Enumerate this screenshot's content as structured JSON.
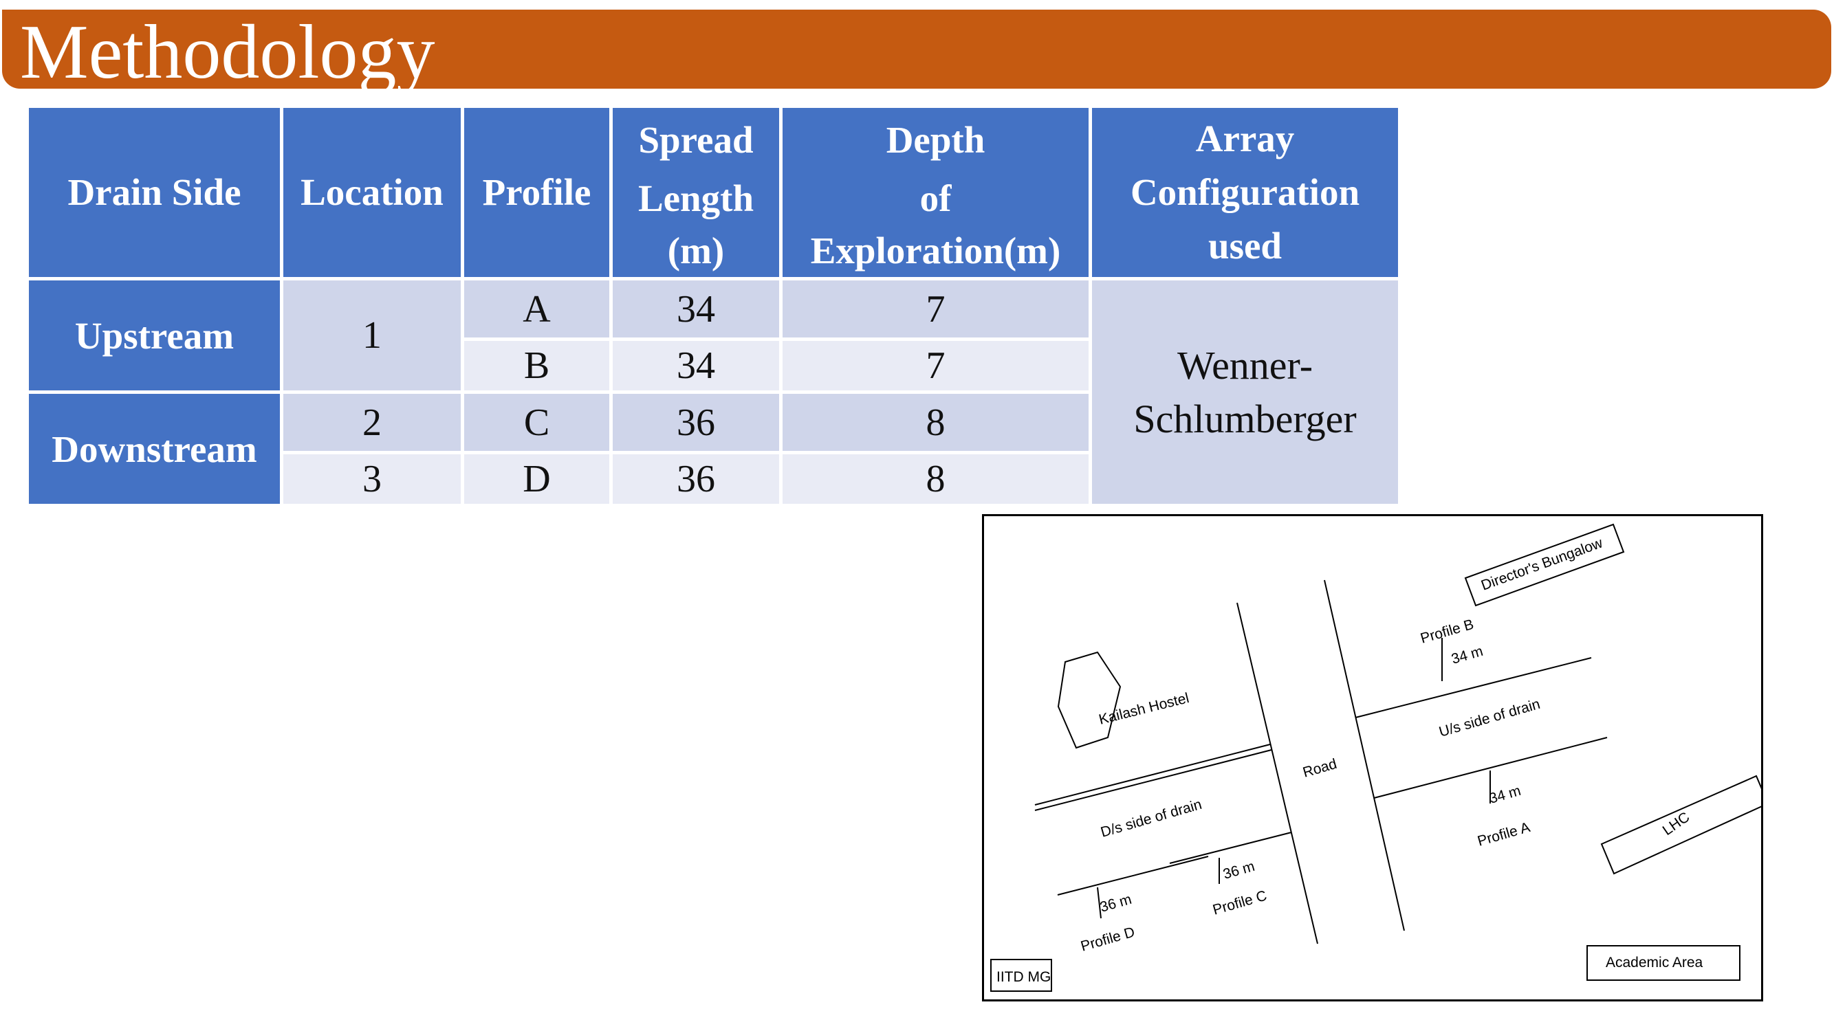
{
  "title": "Methodology",
  "table": {
    "headers": {
      "drain_side": "Drain Side",
      "location": "Location",
      "profile": "Profile",
      "spread_1": "Spread",
      "spread_2": "Length",
      "spread_3": "(m)",
      "depth_1": "Depth",
      "depth_2": "of",
      "depth_3": "Exploration(m)",
      "array_1": "Array",
      "array_2": "Configuration",
      "array_3": "used"
    },
    "groups": {
      "upstream": "Upstream",
      "downstream": "Downstream"
    },
    "rows": [
      {
        "location": "1",
        "profile": "A",
        "spread": "34",
        "depth": "7"
      },
      {
        "location": "1",
        "profile": "B",
        "spread": "34",
        "depth": "7"
      },
      {
        "location": "2",
        "profile": "C",
        "spread": "36",
        "depth": "8"
      },
      {
        "location": "3",
        "profile": "D",
        "spread": "36",
        "depth": "8"
      }
    ],
    "array_config_1": "Wenner-",
    "array_config_2": "Schlumberger"
  },
  "map": {
    "directors_bungalow": "Director's Bungalow",
    "profile_b": "Profile B",
    "length_b": "34 m",
    "kailash_hostel": "Kailash Hostel",
    "us_side": "U/s side of drain",
    "road": "Road",
    "ds_side": "D/s side of drain",
    "length_a": "34 m",
    "profile_a": "Profile A",
    "lhc": "LHC",
    "length_c": "36 m",
    "profile_c": "Profile C",
    "length_d": "36 m",
    "profile_d": "Profile D",
    "iitd_mg": "IITD MG",
    "academic_area": "Academic Area"
  }
}
